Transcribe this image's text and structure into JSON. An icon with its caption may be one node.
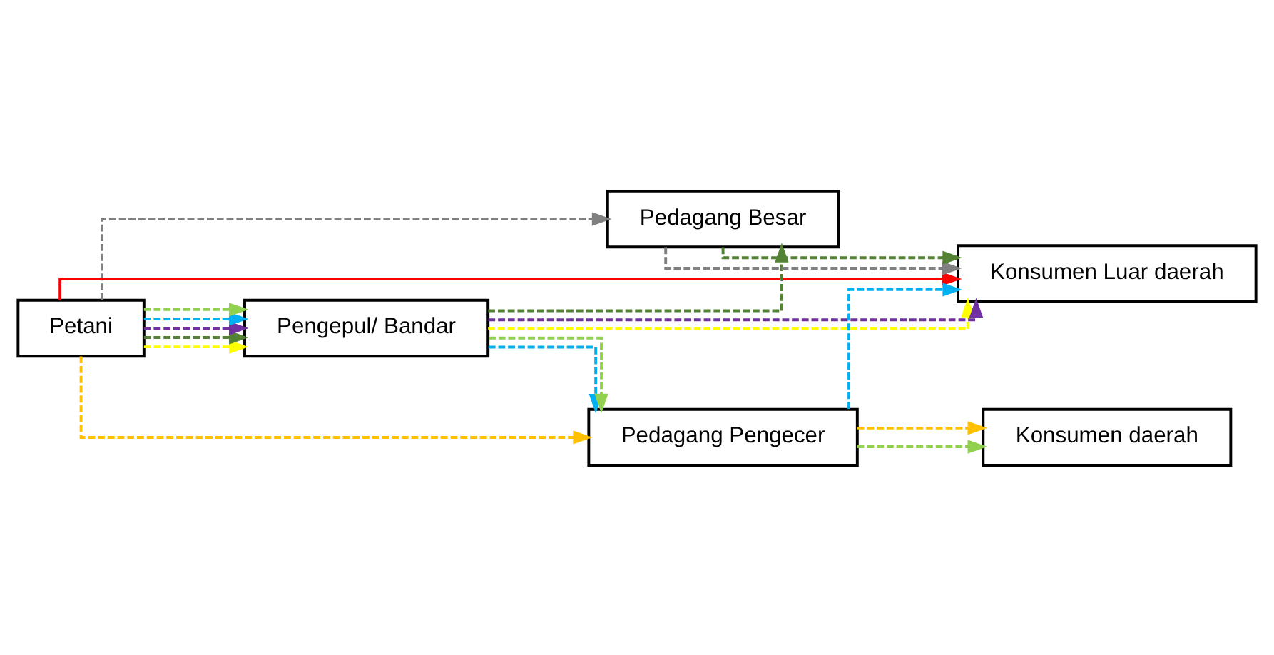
{
  "diagram": {
    "nodes": [
      {
        "text": [
          "Petani"
        ]
      },
      {
        "text": [
          "Pengepul/ Bandar"
        ]
      },
      {
        "text": [
          "Pedagang Besar"
        ]
      },
      {
        "text": [
          "Pedagang Pengecer"
        ]
      },
      {
        "text": [
          "Konsumen Luar daerah"
        ]
      },
      {
        "text": [
          "Konsumen daerah"
        ]
      }
    ],
    "edges": [
      {
        "from": 0,
        "to": 4,
        "arrow": "to",
        "color": "#ff0000"
      },
      {
        "from": 1,
        "to": 4,
        "arrow": "to",
        "style": "dashed",
        "color": "#ffff00"
      },
      {
        "from": 0,
        "to": 2,
        "arrow": "to",
        "style": "dashed",
        "color": "#808080"
      },
      {
        "from": 2,
        "to": 4,
        "arrow": "to",
        "style": "dashed",
        "color": "#808080"
      },
      {
        "from": 1,
        "to": 2,
        "arrow": "to",
        "style": "dashed",
        "color": "#548235"
      },
      {
        "from": 2,
        "to": 4,
        "arrow": "to",
        "style": "dashed",
        "color": "#548235"
      },
      {
        "from": 0,
        "to": 1,
        "arrow": "to",
        "style": "dashed",
        "color": "#ffff00"
      },
      {
        "from": 0,
        "to": 1,
        "arrow": "to",
        "style": "dashed",
        "color": "#548235"
      },
      {
        "from": 0,
        "to": 1,
        "arrow": "to",
        "style": "dashed",
        "color": "#7030a0"
      },
      {
        "from": 0,
        "to": 1,
        "arrow": "to",
        "style": "dashed",
        "color": "#00b0f0"
      },
      {
        "from": 0,
        "to": 1,
        "arrow": "to",
        "style": "dashed",
        "color": "#92d050"
      },
      {
        "from": 1,
        "to": 4,
        "arrow": "to",
        "style": "dashed",
        "color": "#7030a0"
      },
      {
        "from": 1,
        "to": 3,
        "arrow": "to",
        "style": "dashed",
        "color": "#00b0f0"
      },
      {
        "from": 1,
        "to": 3,
        "arrow": "to",
        "style": "dashed",
        "color": "#92d050"
      },
      {
        "from": 0,
        "to": 3,
        "arrow": "to",
        "style": "dashed",
        "color": "#ffc000"
      },
      {
        "from": 3,
        "to": 4,
        "arrow": "to",
        "style": "dashed",
        "color": "#00b0f0"
      },
      {
        "from": 3,
        "to": 5,
        "arrow": "to",
        "style": "dashed",
        "color": "#92d050"
      },
      {
        "from": 3,
        "to": 5,
        "arrow": "to",
        "style": "dashed",
        "color": "#ffc000"
      }
    ]
  }
}
